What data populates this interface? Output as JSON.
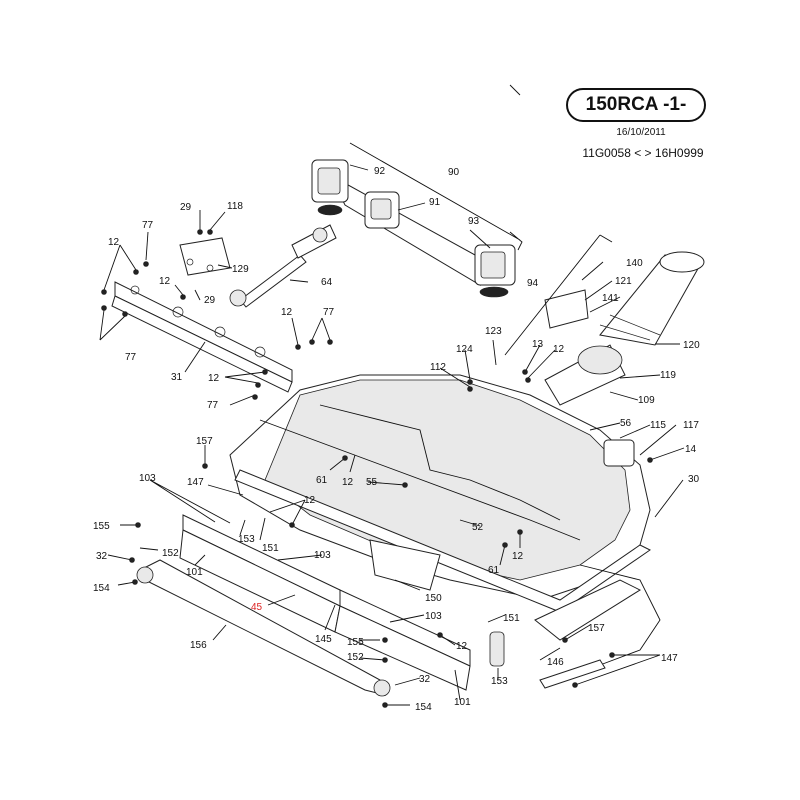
{
  "header": {
    "model": "150RCA -1-",
    "date": "16/10/2011",
    "serial_range": "11G0058 < > 16H0999"
  },
  "callouts": [
    {
      "id": "c92",
      "label": "92"
    },
    {
      "id": "c90",
      "label": "90"
    },
    {
      "id": "c91",
      "label": "91"
    },
    {
      "id": "c93",
      "label": "93"
    },
    {
      "id": "c94",
      "label": "94"
    },
    {
      "id": "c29a",
      "label": "29"
    },
    {
      "id": "c118",
      "label": "118"
    },
    {
      "id": "c77a",
      "label": "77"
    },
    {
      "id": "c12a",
      "label": "12"
    },
    {
      "id": "c129",
      "label": "129"
    },
    {
      "id": "c64",
      "label": "64"
    },
    {
      "id": "c12b",
      "label": "12"
    },
    {
      "id": "c29b",
      "label": "29"
    },
    {
      "id": "c77b",
      "label": "77"
    },
    {
      "id": "c12c",
      "label": "12"
    },
    {
      "id": "c77c",
      "label": "77"
    },
    {
      "id": "c31",
      "label": "31"
    },
    {
      "id": "c12d",
      "label": "12"
    },
    {
      "id": "c77d",
      "label": "77"
    },
    {
      "id": "c140",
      "label": "140"
    },
    {
      "id": "c121",
      "label": "121"
    },
    {
      "id": "c141",
      "label": "141"
    },
    {
      "id": "c120",
      "label": "120"
    },
    {
      "id": "c123",
      "label": "123"
    },
    {
      "id": "c13",
      "label": "13"
    },
    {
      "id": "c12e",
      "label": "12"
    },
    {
      "id": "c124",
      "label": "124"
    },
    {
      "id": "c112",
      "label": "112"
    },
    {
      "id": "c119",
      "label": "119"
    },
    {
      "id": "c109",
      "label": "109"
    },
    {
      "id": "c56",
      "label": "56"
    },
    {
      "id": "c115",
      "label": "115"
    },
    {
      "id": "c117",
      "label": "117"
    },
    {
      "id": "c14",
      "label": "14"
    },
    {
      "id": "c157a",
      "label": "157"
    },
    {
      "id": "c30",
      "label": "30"
    },
    {
      "id": "c61a",
      "label": "61"
    },
    {
      "id": "c12f",
      "label": "12"
    },
    {
      "id": "c55",
      "label": "55"
    },
    {
      "id": "c103a",
      "label": "103"
    },
    {
      "id": "c147a",
      "label": "147"
    },
    {
      "id": "c12g",
      "label": "12"
    },
    {
      "id": "c155a",
      "label": "155"
    },
    {
      "id": "c153a",
      "label": "153"
    },
    {
      "id": "c151a",
      "label": "151"
    },
    {
      "id": "c52",
      "label": "52"
    },
    {
      "id": "c32a",
      "label": "32"
    },
    {
      "id": "c152a",
      "label": "152"
    },
    {
      "id": "c101a",
      "label": "101"
    },
    {
      "id": "c103b",
      "label": "103"
    },
    {
      "id": "c12h",
      "label": "12"
    },
    {
      "id": "c61b",
      "label": "61"
    },
    {
      "id": "c154a",
      "label": "154"
    },
    {
      "id": "c150",
      "label": "150"
    },
    {
      "id": "c45",
      "label": "45"
    },
    {
      "id": "c103c",
      "label": "103"
    },
    {
      "id": "c151b",
      "label": "151"
    },
    {
      "id": "c157b",
      "label": "157"
    },
    {
      "id": "c156",
      "label": "156"
    },
    {
      "id": "c145",
      "label": "145"
    },
    {
      "id": "c155b",
      "label": "155"
    },
    {
      "id": "c12i",
      "label": "12"
    },
    {
      "id": "c146",
      "label": "146"
    },
    {
      "id": "c147b",
      "label": "147"
    },
    {
      "id": "c152b",
      "label": "152"
    },
    {
      "id": "c32b",
      "label": "32"
    },
    {
      "id": "c153b",
      "label": "153"
    },
    {
      "id": "c101b",
      "label": "101"
    },
    {
      "id": "c154b",
      "label": "154"
    }
  ],
  "colors": {
    "highlight_label": "#d22222",
    "line": "#111111"
  }
}
